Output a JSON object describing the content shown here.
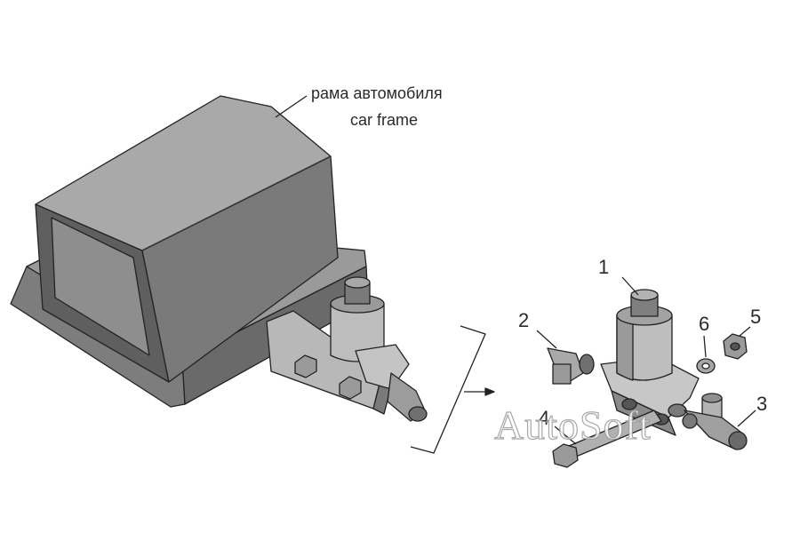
{
  "labels": {
    "frame_ru": "рама автомобиля",
    "frame_en": "car frame"
  },
  "callouts": [
    "1",
    "2",
    "3",
    "4",
    "5",
    "6"
  ],
  "watermark": "AutoSoft",
  "colors": {
    "metal_dark": "#6f6f6f",
    "metal_mid": "#9c9c9c",
    "metal_light": "#cfcfcf",
    "line": "#222222"
  }
}
